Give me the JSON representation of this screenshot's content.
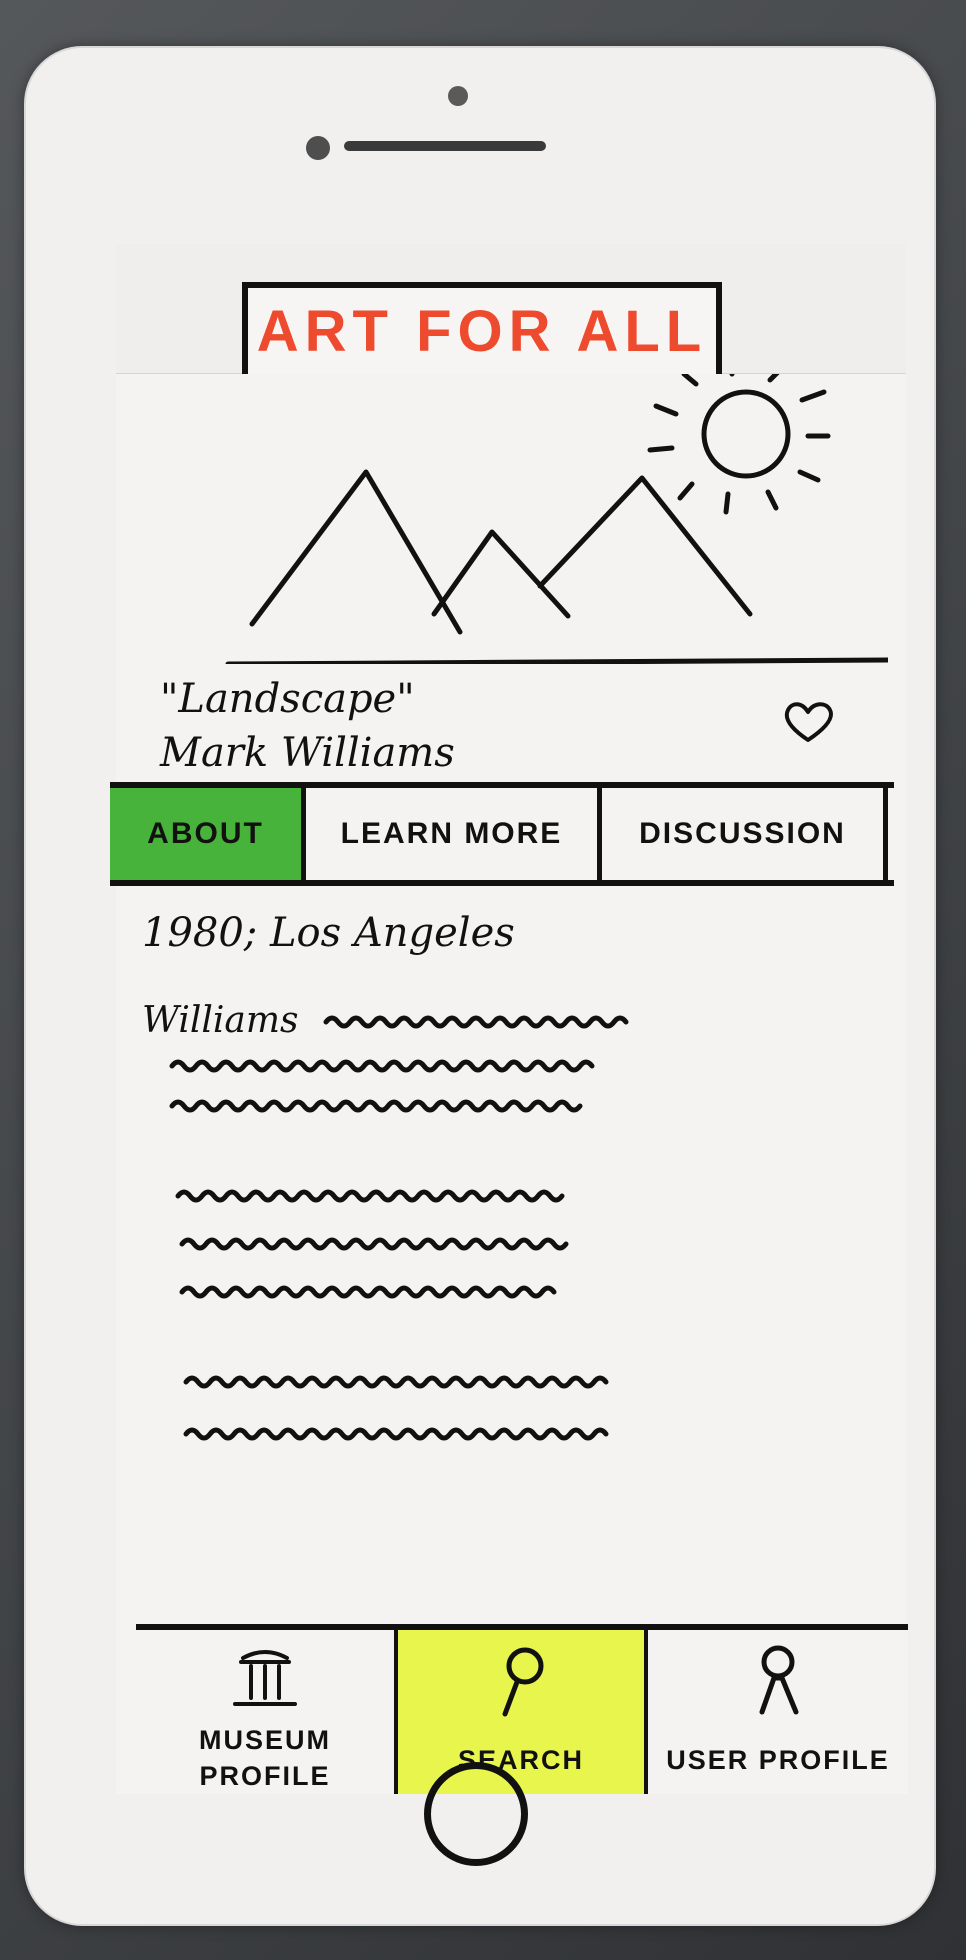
{
  "app": {
    "title": "ART FOR ALL"
  },
  "artwork": {
    "title": "\"Landscape\"",
    "artist": "Mark Williams"
  },
  "tabs": [
    {
      "label": "ABOUT",
      "active": true
    },
    {
      "label": "LEARN MORE",
      "active": false
    },
    {
      "label": "DISCUSSION",
      "active": false
    }
  ],
  "about": {
    "meta": "1980; Los Angeles",
    "lead_word": "Williams"
  },
  "bottom_nav": [
    {
      "label_line1": "MUSEUM",
      "label_line2": "PROFILE",
      "icon": "museum-icon"
    },
    {
      "label": "SEARCH",
      "icon": "search-icon",
      "active": true
    },
    {
      "label": "USER PROFILE",
      "icon": "user-icon"
    }
  ],
  "colors": {
    "title": "#ee4a2e",
    "active_tab": "#48b33a",
    "active_nav": "#e7f54c"
  }
}
